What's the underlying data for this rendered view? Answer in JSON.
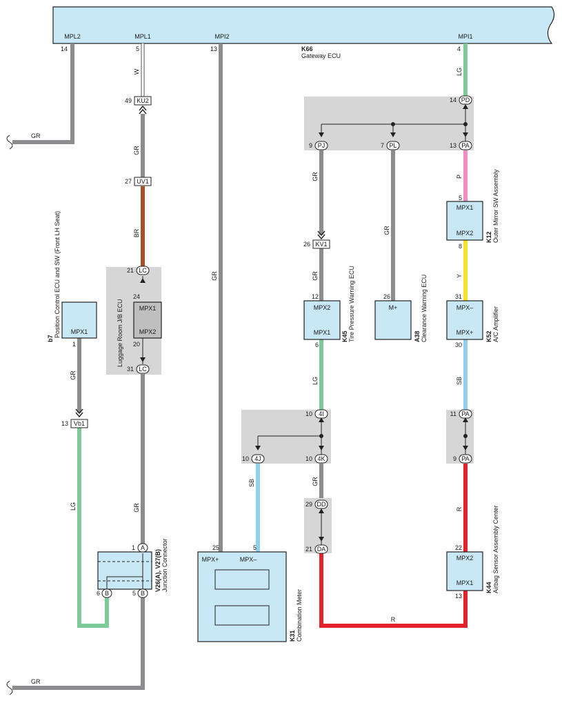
{
  "colors": {
    "GR": "#8c8c8e",
    "LG": "#7ec99a",
    "W": "#ffffff",
    "BR": "#a3502b",
    "SB": "#8fd0ee",
    "P": "#ef8cc0",
    "Y": "#f7e12a",
    "R": "#e4222b",
    "ecu_fill": "#c9e8f6",
    "junction_shade": "#d6d6d6"
  },
  "gateway": {
    "id": "K66",
    "name": "Gateway ECU",
    "terminals": [
      {
        "name": "MPL2",
        "pin": "14"
      },
      {
        "name": "MPL1",
        "pin": "5"
      },
      {
        "name": "MPI2",
        "pin": "13"
      },
      {
        "name": "MPI1",
        "pin": "4"
      }
    ]
  },
  "wire_labels": {
    "gr_top_left": "GR",
    "gr_bottom_left": "GR",
    "w_mpl1": "W",
    "gr_ku2": "GR",
    "br_uv1": "BR",
    "gr_mpi2": "GR",
    "lg_mpi1": "LG",
    "gr_b7": "GR",
    "lg_vb1": "LG",
    "gr_lc": "GR",
    "gr_pj": "GR",
    "gr_kv1": "GR",
    "gr_pl": "GR",
    "p_pa": "P",
    "y_k12": "Y",
    "lg_k45": "LG",
    "sb_k52": "SB",
    "sb_4j": "SB",
    "gr_4k": "GR",
    "r_k44": "R",
    "r_bottom": "R"
  },
  "connectors": {
    "ku2": {
      "pin": "49",
      "label": "KU2"
    },
    "uv1": {
      "pin": "27",
      "label": "UV1"
    },
    "lc21": {
      "pin": "21",
      "label": "LC"
    },
    "lc31": {
      "pin": "31",
      "label": "LC"
    },
    "vb1": {
      "pin": "13",
      "label": "Vb1"
    },
    "pd": {
      "pin": "14",
      "label": "PD"
    },
    "pj": {
      "pin": "9",
      "label": "PJ"
    },
    "pl": {
      "pin": "7",
      "label": "PL"
    },
    "pa13": {
      "pin": "13",
      "label": "PA"
    },
    "kv1": {
      "pin": "26",
      "label": "KV1"
    },
    "c4i": {
      "pin": "10",
      "label": "4I"
    },
    "c4j": {
      "pin": "10",
      "label": "4J"
    },
    "c4k": {
      "pin": "10",
      "label": "4K"
    },
    "pa11": {
      "pin": "11",
      "label": "PA"
    },
    "pa9": {
      "pin": "9",
      "label": "PA"
    },
    "dd": {
      "pin": "29",
      "label": "DD"
    },
    "da": {
      "pin": "21",
      "label": "DA"
    },
    "jA": {
      "pin": "1",
      "label": "A"
    },
    "jB6": {
      "pin": "6",
      "label": "B"
    },
    "jB5": {
      "pin": "5",
      "label": "B"
    }
  },
  "components": {
    "luggage": {
      "name": "Luggage Room J/B ECU",
      "t1": "MPX1",
      "t2": "MPX2",
      "pin1": "24",
      "pin2": "20"
    },
    "b7": {
      "id": "b7",
      "name": "Position Control ECU and SW (Front LH Seat)",
      "t1": "MPX1",
      "pin1": "1"
    },
    "k12": {
      "id": "K12",
      "name": "Outer Mirror SW Assembly",
      "t1": "MPX1",
      "t2": "MPX2",
      "pin1": "5",
      "pin2": "8"
    },
    "k45": {
      "id": "K45",
      "name": "Tire Pressure Warning ECU",
      "t1": "MPX2",
      "t2": "MPX1",
      "pin1": "12",
      "pin2": "6"
    },
    "a38": {
      "id": "A38",
      "name": "Clearance Warning ECU",
      "t1": "M+",
      "pin1": "26"
    },
    "k52": {
      "id": "K52",
      "name": "A/C Amplifier",
      "t1": "MPX–",
      "t2": "MPX+",
      "pin1": "31",
      "pin2": "30"
    },
    "k44": {
      "id": "K44",
      "name": "Airbag Sensor Assembly Center",
      "t1": "MPX2",
      "t2": "MPX1",
      "pin1": "22",
      "pin2": "13"
    },
    "k31": {
      "id": "K31",
      "name": "Combination Meter",
      "t1": "MPX+",
      "t2": "MPX–",
      "pin1": "25",
      "pin2": "5"
    },
    "junction": {
      "id": "V26(A), V27(B)",
      "name": "Junction Connector"
    }
  }
}
